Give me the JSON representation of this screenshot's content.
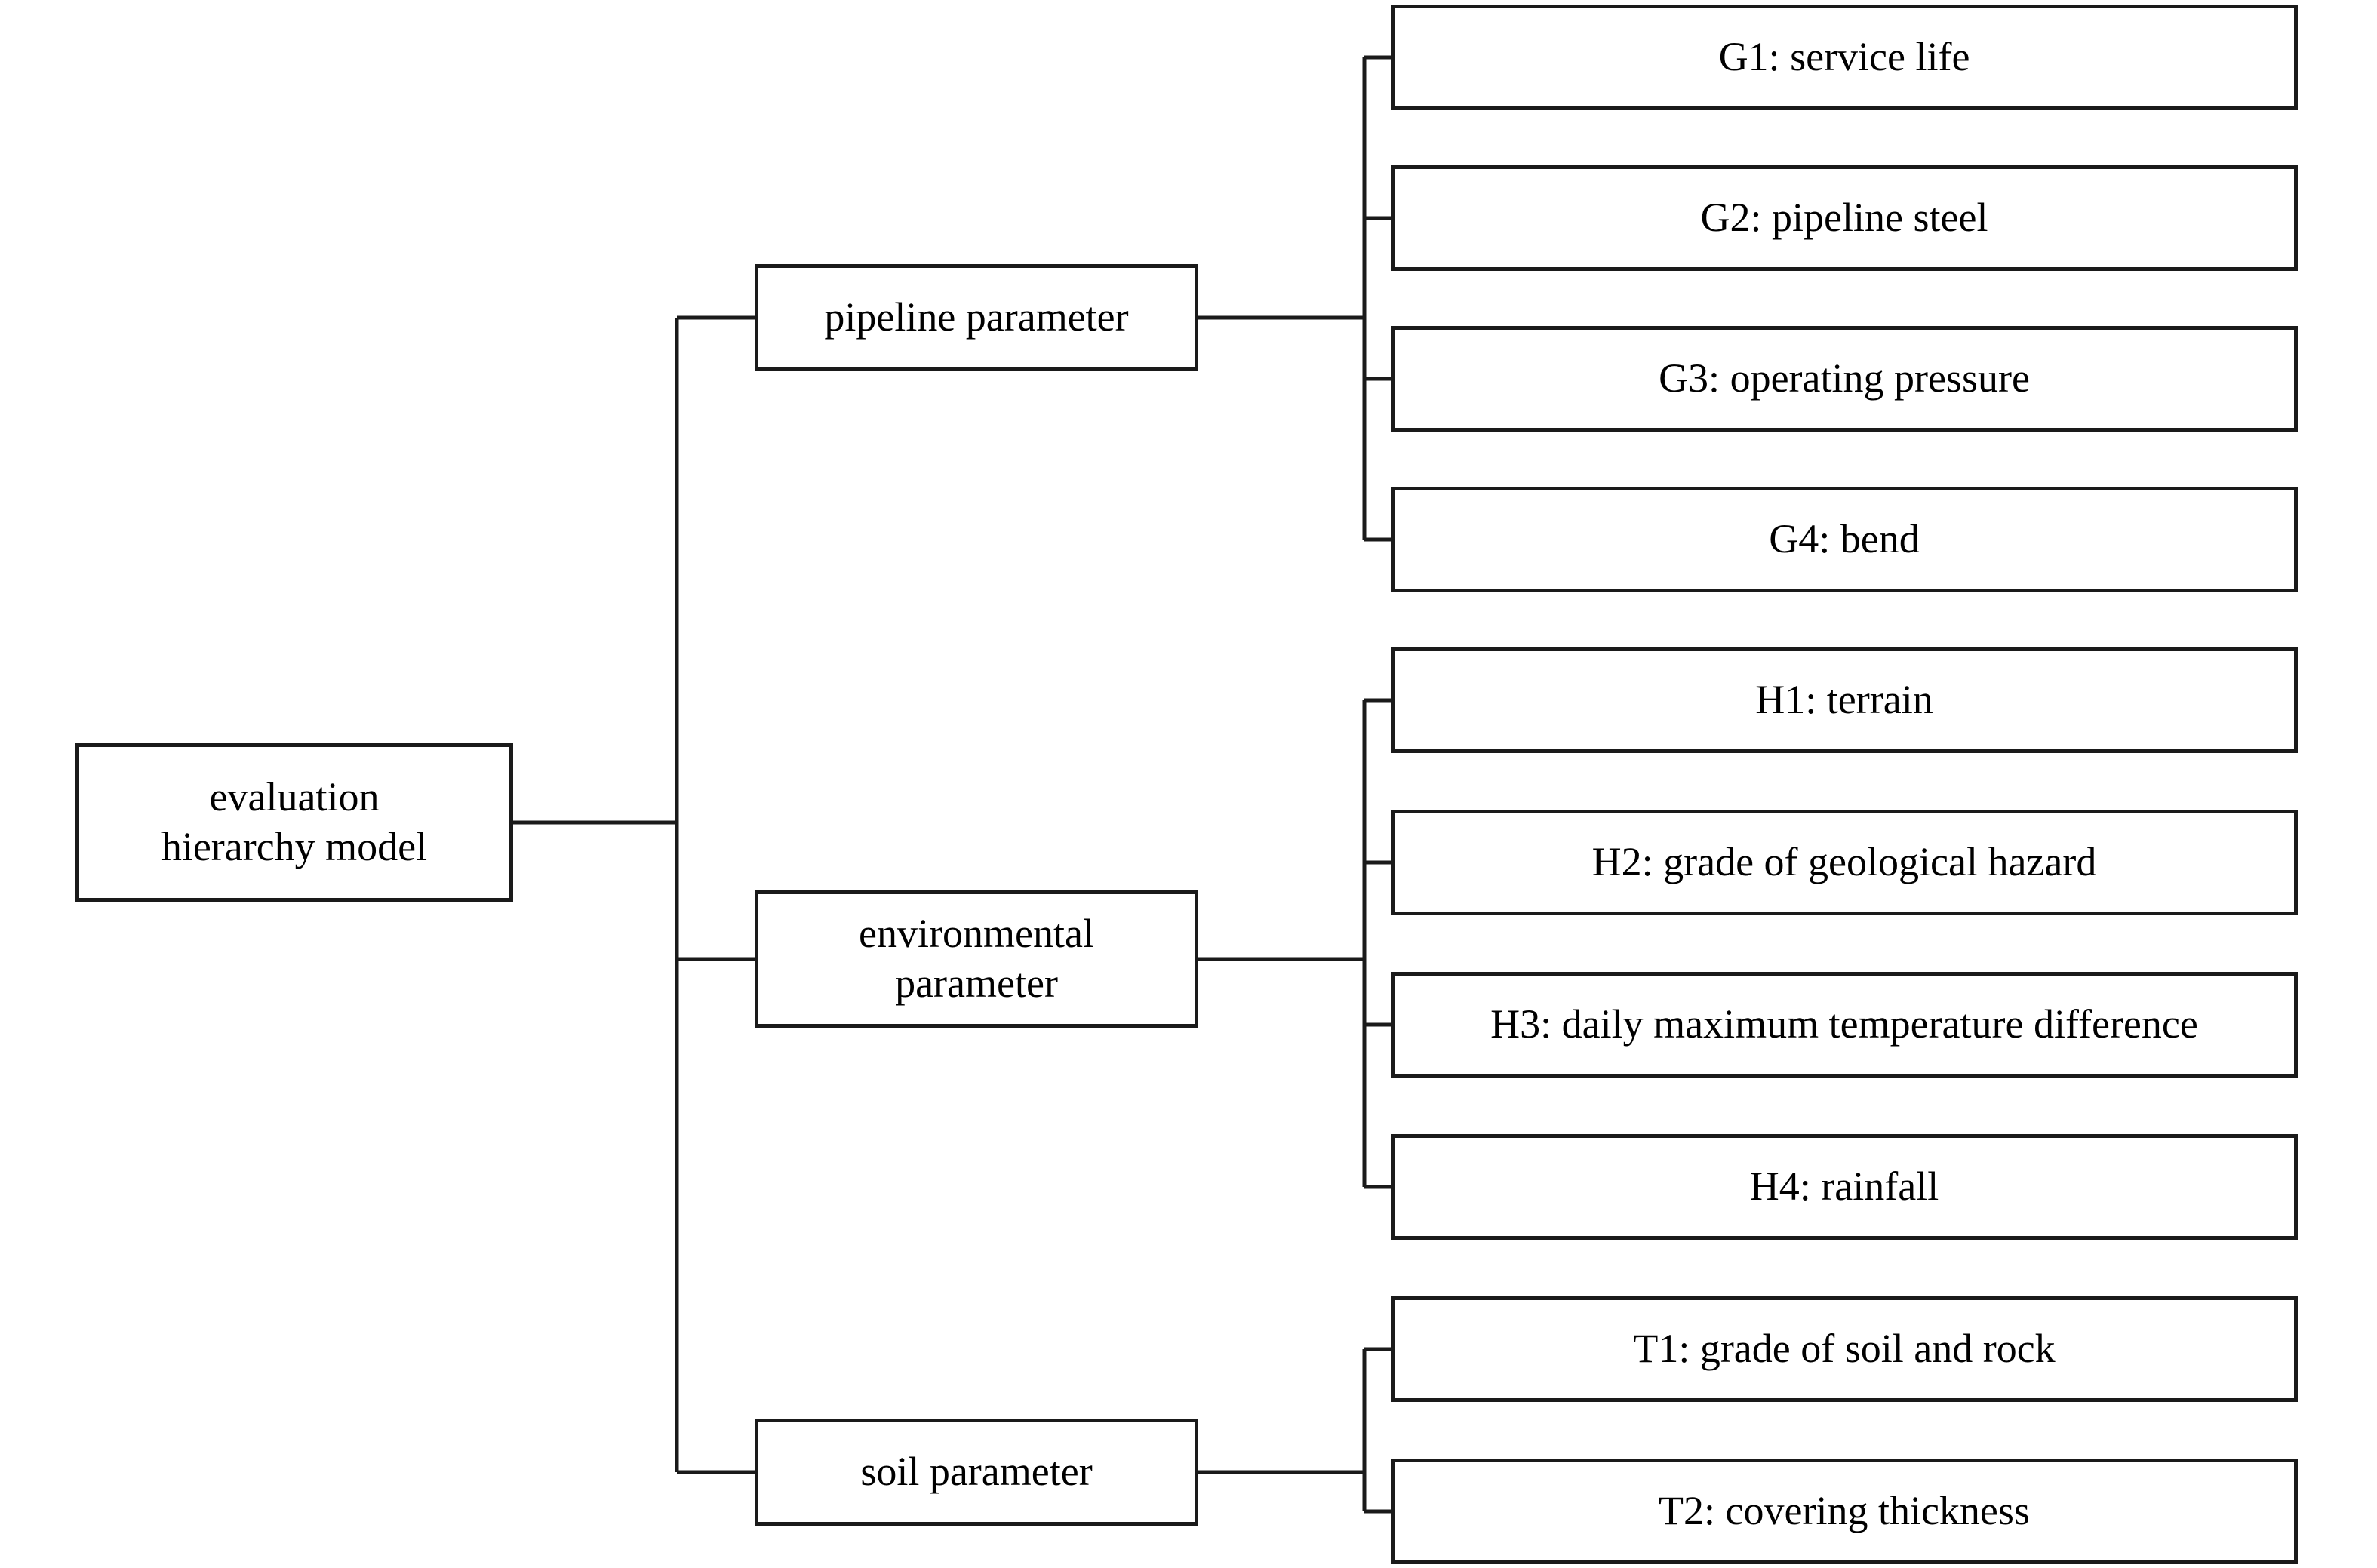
{
  "diagram": {
    "title": "evaluation hierarchy model",
    "type": "hierarchy-tree",
    "orientation": "left-to-right",
    "line_color": "#1a1a1a",
    "box_fill": "#ffffff",
    "text_color": "#000000"
  },
  "root": {
    "label": "evaluation\nhierarchy model"
  },
  "criteria": [
    {
      "id": "pipeline",
      "label": "pipeline parameter"
    },
    {
      "id": "environmental",
      "label": "environmental\nparameter"
    },
    {
      "id": "soil",
      "label": "soil parameter"
    }
  ],
  "leaves": {
    "pipeline": [
      {
        "code": "G1",
        "label": "G1: service life"
      },
      {
        "code": "G2",
        "label": "G2: pipeline steel"
      },
      {
        "code": "G3",
        "label": "G3: operating pressure"
      },
      {
        "code": "G4",
        "label": "G4: bend"
      }
    ],
    "environmental": [
      {
        "code": "H1",
        "label": "H1: terrain"
      },
      {
        "code": "H2",
        "label": "H2: grade of geological hazard"
      },
      {
        "code": "H3",
        "label": "H3: daily maximum temperature difference"
      },
      {
        "code": "H4",
        "label": "H4: rainfall"
      }
    ],
    "soil": [
      {
        "code": "T1",
        "label": "T1: grade of soil and rock"
      },
      {
        "code": "T2",
        "label": "T2: covering thickness"
      }
    ]
  }
}
